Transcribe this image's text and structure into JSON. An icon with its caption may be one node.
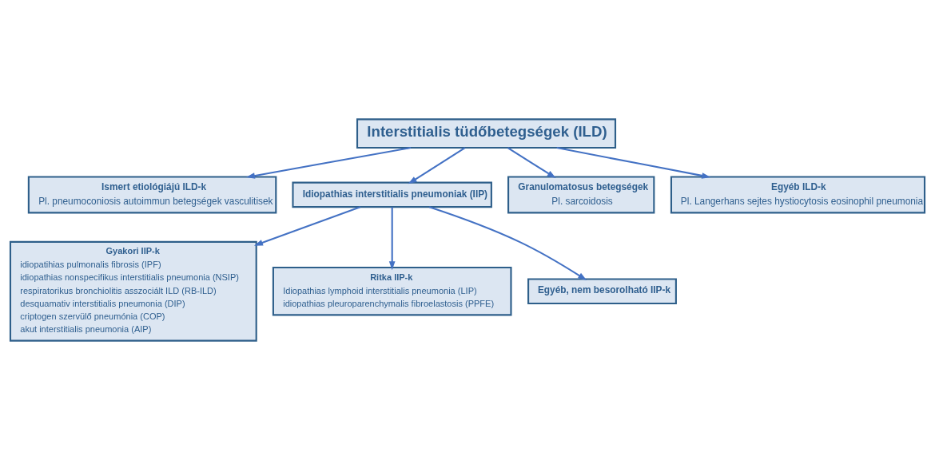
{
  "diagram": {
    "nodes": [
      {
        "text": [
          "Interstitialis tüdőbetegségek (ILD)"
        ]
      },
      {
        "text": [
          "Ismert etiológiájú ILD-k",
          "Pl. pneumoconiosis autoimmun betegségek vasculitisek"
        ]
      },
      {
        "text": [
          "Idiopathias interstitialis pneumoniak (IIP)"
        ]
      },
      {
        "text": [
          "Granulomatosus betegségek",
          "Pl. sarcoidosis"
        ]
      },
      {
        "text": [
          "Egyéb ILD-k",
          "Pl. Langerhans sejtes hystiocytosis eosinophil pneumonia"
        ]
      },
      {
        "text": [
          "Gyakori IIP-k",
          "idiopatihias pulmonalis fibrosis (IPF)",
          "idiopathias nonspecifikus interstitialis pneumonia (NSIP)",
          "respiratorikus bronchiolitis asszociált ILD (RB-ILD)",
          "desquamativ interstitialis pneumonia (DIP)",
          "criptogen szervülő pneumónia (COP)",
          "akut interstitialis pneumonia (AIP)"
        ]
      },
      {
        "text": [
          "Ritka IIP-k",
          "Idiopathias lymphoid interstitialis pneumonia (LIP)",
          "idiopathias pleuroparenchymalis fibroelastosis (PPFE)"
        ]
      },
      {
        "text": [
          "Egyéb, nem besorolható IIP-k"
        ]
      }
    ],
    "edges": [
      {
        "from": 0,
        "to": 1,
        "arrow": "to"
      },
      {
        "from": 0,
        "to": 2,
        "arrow": "to"
      },
      {
        "from": 0,
        "to": 3,
        "arrow": "to"
      },
      {
        "from": 0,
        "to": 4,
        "arrow": "to"
      },
      {
        "from": 2,
        "to": 5,
        "arrow": "to"
      },
      {
        "from": 2,
        "to": 6,
        "arrow": "to"
      },
      {
        "from": 2,
        "to": 7,
        "arrow": "to"
      }
    ]
  }
}
